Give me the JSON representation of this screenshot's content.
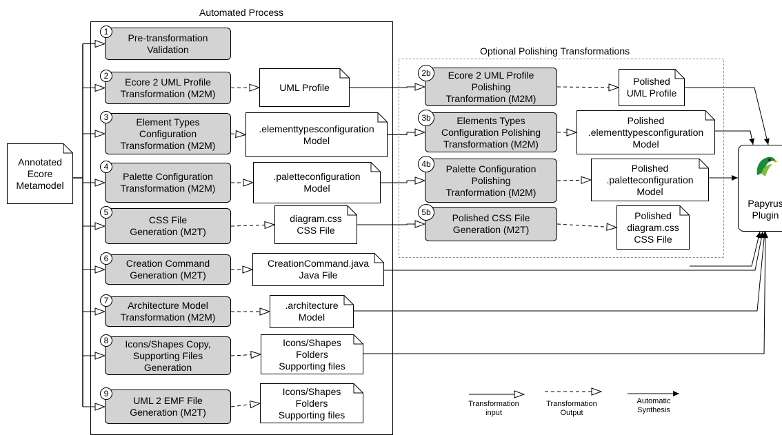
{
  "titles": {
    "automated": "Automated Process",
    "optional": "Optional Polishing Transformations"
  },
  "input": {
    "label": "Annotated\nEcore\nMetamodel"
  },
  "output": {
    "label": "Papyrus\nPlugin",
    "icon": "papyrus-logo-icon"
  },
  "steps": [
    {
      "num": "1",
      "label": "Pre-transformation\nValidation"
    },
    {
      "num": "2",
      "label": "Ecore 2 UML Profile\nTransformation (M2M)",
      "artifact": "UML Profile"
    },
    {
      "num": "3",
      "label": "Element Types\nConfiguration\nTransformation (M2M)",
      "artifact": ".elementtypesconfiguration\nModel"
    },
    {
      "num": "4",
      "label": "Palette Configuration\nTransformation (M2M)",
      "artifact": ".paletteconfiguration\nModel"
    },
    {
      "num": "5",
      "label": "CSS File\nGeneration (M2T)",
      "artifact": "diagram.css\nCSS File"
    },
    {
      "num": "6",
      "label": "Creation Command\nGeneration (M2T)",
      "artifact": "CreationCommand.java\nJava File"
    },
    {
      "num": "7",
      "label": "Architecture Model\nTransformation (M2M)",
      "artifact": ".architecture\nModel"
    },
    {
      "num": "8",
      "label": "Icons/Shapes Copy,\nSupporting Files\nGeneration",
      "artifact": "Icons/Shapes\nFolders\nSupporting files"
    },
    {
      "num": "9",
      "label": "UML 2 EMF File\nGeneration (M2T)",
      "artifact": "Icons/Shapes\nFolders\nSupporting files"
    }
  ],
  "polish": [
    {
      "num": "2b",
      "label": "Ecore 2 UML Profile\nPolishing\nTranformation (M2M)",
      "artifact": "Polished\nUML Profile"
    },
    {
      "num": "3b",
      "label": "Elements Types\nConfiguration Polishing\nTransformation (M2M)",
      "artifact": "Polished\n.elementtypesconfiguration\nModel"
    },
    {
      "num": "4b",
      "label": "Palette Configuration\nPolishing\nTranformation (M2M)",
      "artifact": "Polished\n.paletteconfiguration\nModel"
    },
    {
      "num": "5b",
      "label": "Polished CSS File\nGeneration (M2T)",
      "artifact": "Polished\ndiagram.css\nCSS File"
    }
  ],
  "legend": {
    "input": "Transformation\ninput",
    "output": "Transformation\nOutput",
    "synthesis": "Automatic\nSynthesis"
  }
}
